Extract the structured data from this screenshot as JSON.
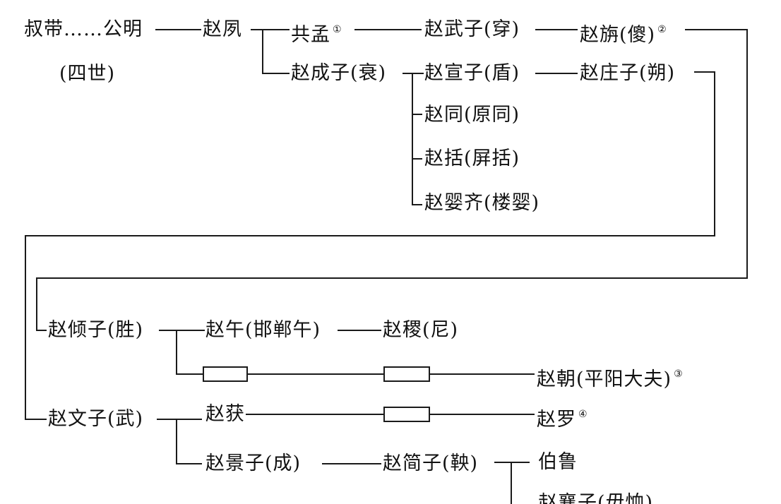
{
  "diagram": {
    "nodes": {
      "shudai": "叔带……公明",
      "sishi": "(四世)",
      "zhaosu": "赵夙",
      "gongmeng": "共孟",
      "gongmeng_note": "①",
      "wuzi": "赵武子(穿)",
      "zhan": "赵旃(傻)",
      "zhan_note": "②",
      "chengzi": "赵成子(衰)",
      "xuanzi": "赵宣子(盾)",
      "zhuangzi": "赵庄子(朔)",
      "tong": "赵同(原同)",
      "kuo": "赵括(屏括)",
      "yingqi": "赵婴齐(楼婴)",
      "qingzi": "赵倾子(胜)",
      "wu": "赵午(邯郸午)",
      "ji": "赵稷(尼)",
      "chao": "赵朝(平阳大夫)",
      "chao_note": "③",
      "wenzi": "赵文子(武)",
      "huo": "赵获",
      "luo": "赵罗",
      "luo_note": "④",
      "jingzi": "赵景子(成)",
      "jianzi": "赵简子(鞅)",
      "bolu": "伯鲁",
      "xiangzi": "赵襄子(毋恤)"
    },
    "line_color": "#1a1a1a",
    "text_color": "#111111"
  }
}
